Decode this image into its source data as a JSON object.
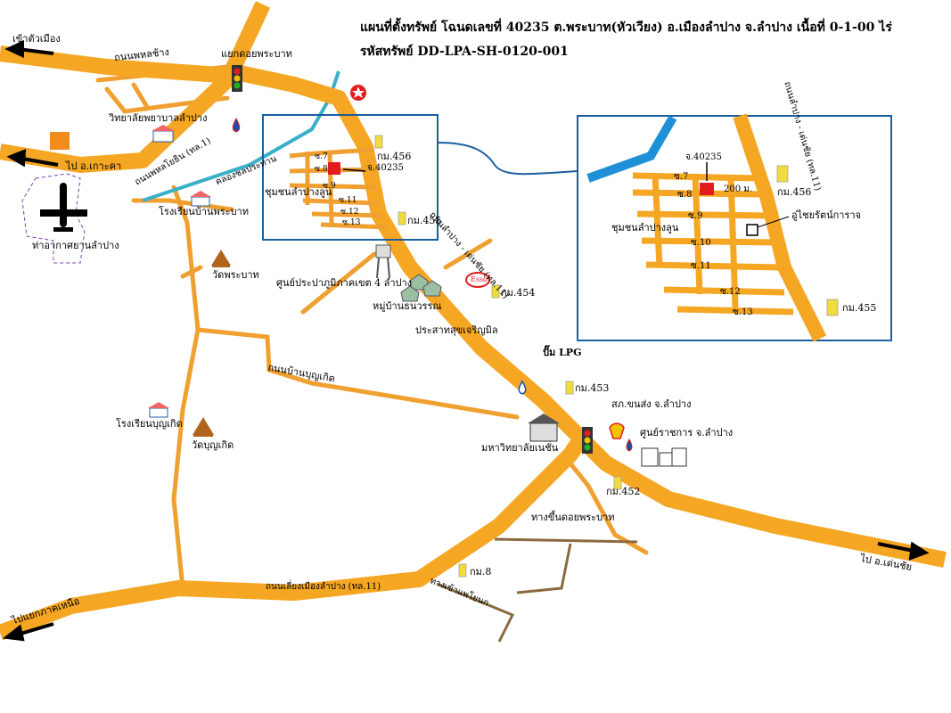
{
  "title": {
    "line1": "แผนที่ตั้งทรัพย์ โฉนดเลขที่ 40235 ต.พระบาท(หัวเวียง) อ.เมืองลำปาง จ.ลำปาง เนื้อที่ 0-1-00 ไร่",
    "line2": "รหัสทรัพย์ DD-LPA-SH-0120-001"
  },
  "labels": {
    "to_city": "เข้าตัวเมือง",
    "road_chang": "ถนนพหลช้าง",
    "junction_doi": "แยกดอยพระบาท",
    "nursing_college": "วิทยาลัยพยาบาลลำปาง",
    "road_phahon": "ถนนพหลโยธิน (ทล.1)",
    "to_koka": "ไป อ.เกาะคา",
    "canal": "คลองชลประทาน",
    "school_phrabat": "โรงเรียนบ้านพระบาท",
    "airport": "ท่าอากาศยานลำปาง",
    "wat_phrabat": "วัดพระบาท",
    "rw_center": "ศูนย์ประปาภูมิภาคเขต 4 ลำปาง",
    "village": "หมู่บ้านธนวรรณ",
    "road_lampang_denchai": "ถนนลำปาง - เด่นชัย (ทล.11)",
    "prasat": "ประสาทสุขเจริญมิล",
    "lpg": "ปั๊ม LPG",
    "road_boon": "ถนนบ้านบุญเกิด",
    "km453": "กม.453",
    "km454": "กม.454",
    "km455": "กม.455",
    "km456": "กม.456",
    "km452": "กม.452",
    "km8": "กม.8",
    "police": "สภ.ขนส่ง จ.ลำปาง",
    "school_boon": "โรงเรียนบุญเกิด",
    "wat_boon": "วัดบุญเกิด",
    "university": "มหาวิทยาลัยเนชั่น",
    "gov_center": "ศูนย์ราชการ จ.ลำปาง",
    "doi_route": "ทางขึ้นดอยพระบาท",
    "to_denchai": "ไป อ.เด่นชัย",
    "bypass": "ถนนเลี่ยงเมืองลำปาง (ทล.11)",
    "to_phoyong": "ทางเข้าแพโยนก",
    "to_north": "ไปแยกภาคเหนือ",
    "community": "ชุมชนลำปางลูน",
    "parcel": "จ.40235",
    "s7": "ซ.7",
    "s8": "ซ.8",
    "s9": "ซ.9",
    "s10": "ซ.10",
    "s11": "ซ.11",
    "s12": "ซ.12",
    "s13": "ซ.13",
    "distance": "200 ม.",
    "garage": "อู่ไชยรัตน์การาจ",
    "road_inset": "ถนนลำปาง - เด่นชัย (ทล.11)",
    "esso": "Esso"
  },
  "colors": {
    "road": "#f5a623",
    "road_minor": "#f0a030",
    "brown_road": "#8b6a3e",
    "canal": "#3ab0c8",
    "river": "#1e90d8",
    "frame": "#1b5f9e",
    "parcel": "#e21c1c",
    "airport": "#7a3fb0"
  },
  "icons": [
    "traffic-light-icon",
    "gas-station-icon",
    "airplane-icon",
    "school-icon",
    "temple-icon",
    "water-tower-icon",
    "house-icon",
    "building-icon",
    "km-marker-icon",
    "fuel-drop-icon",
    "shell-icon",
    "esso-icon",
    "caltex-icon",
    "arrow-icon"
  ]
}
